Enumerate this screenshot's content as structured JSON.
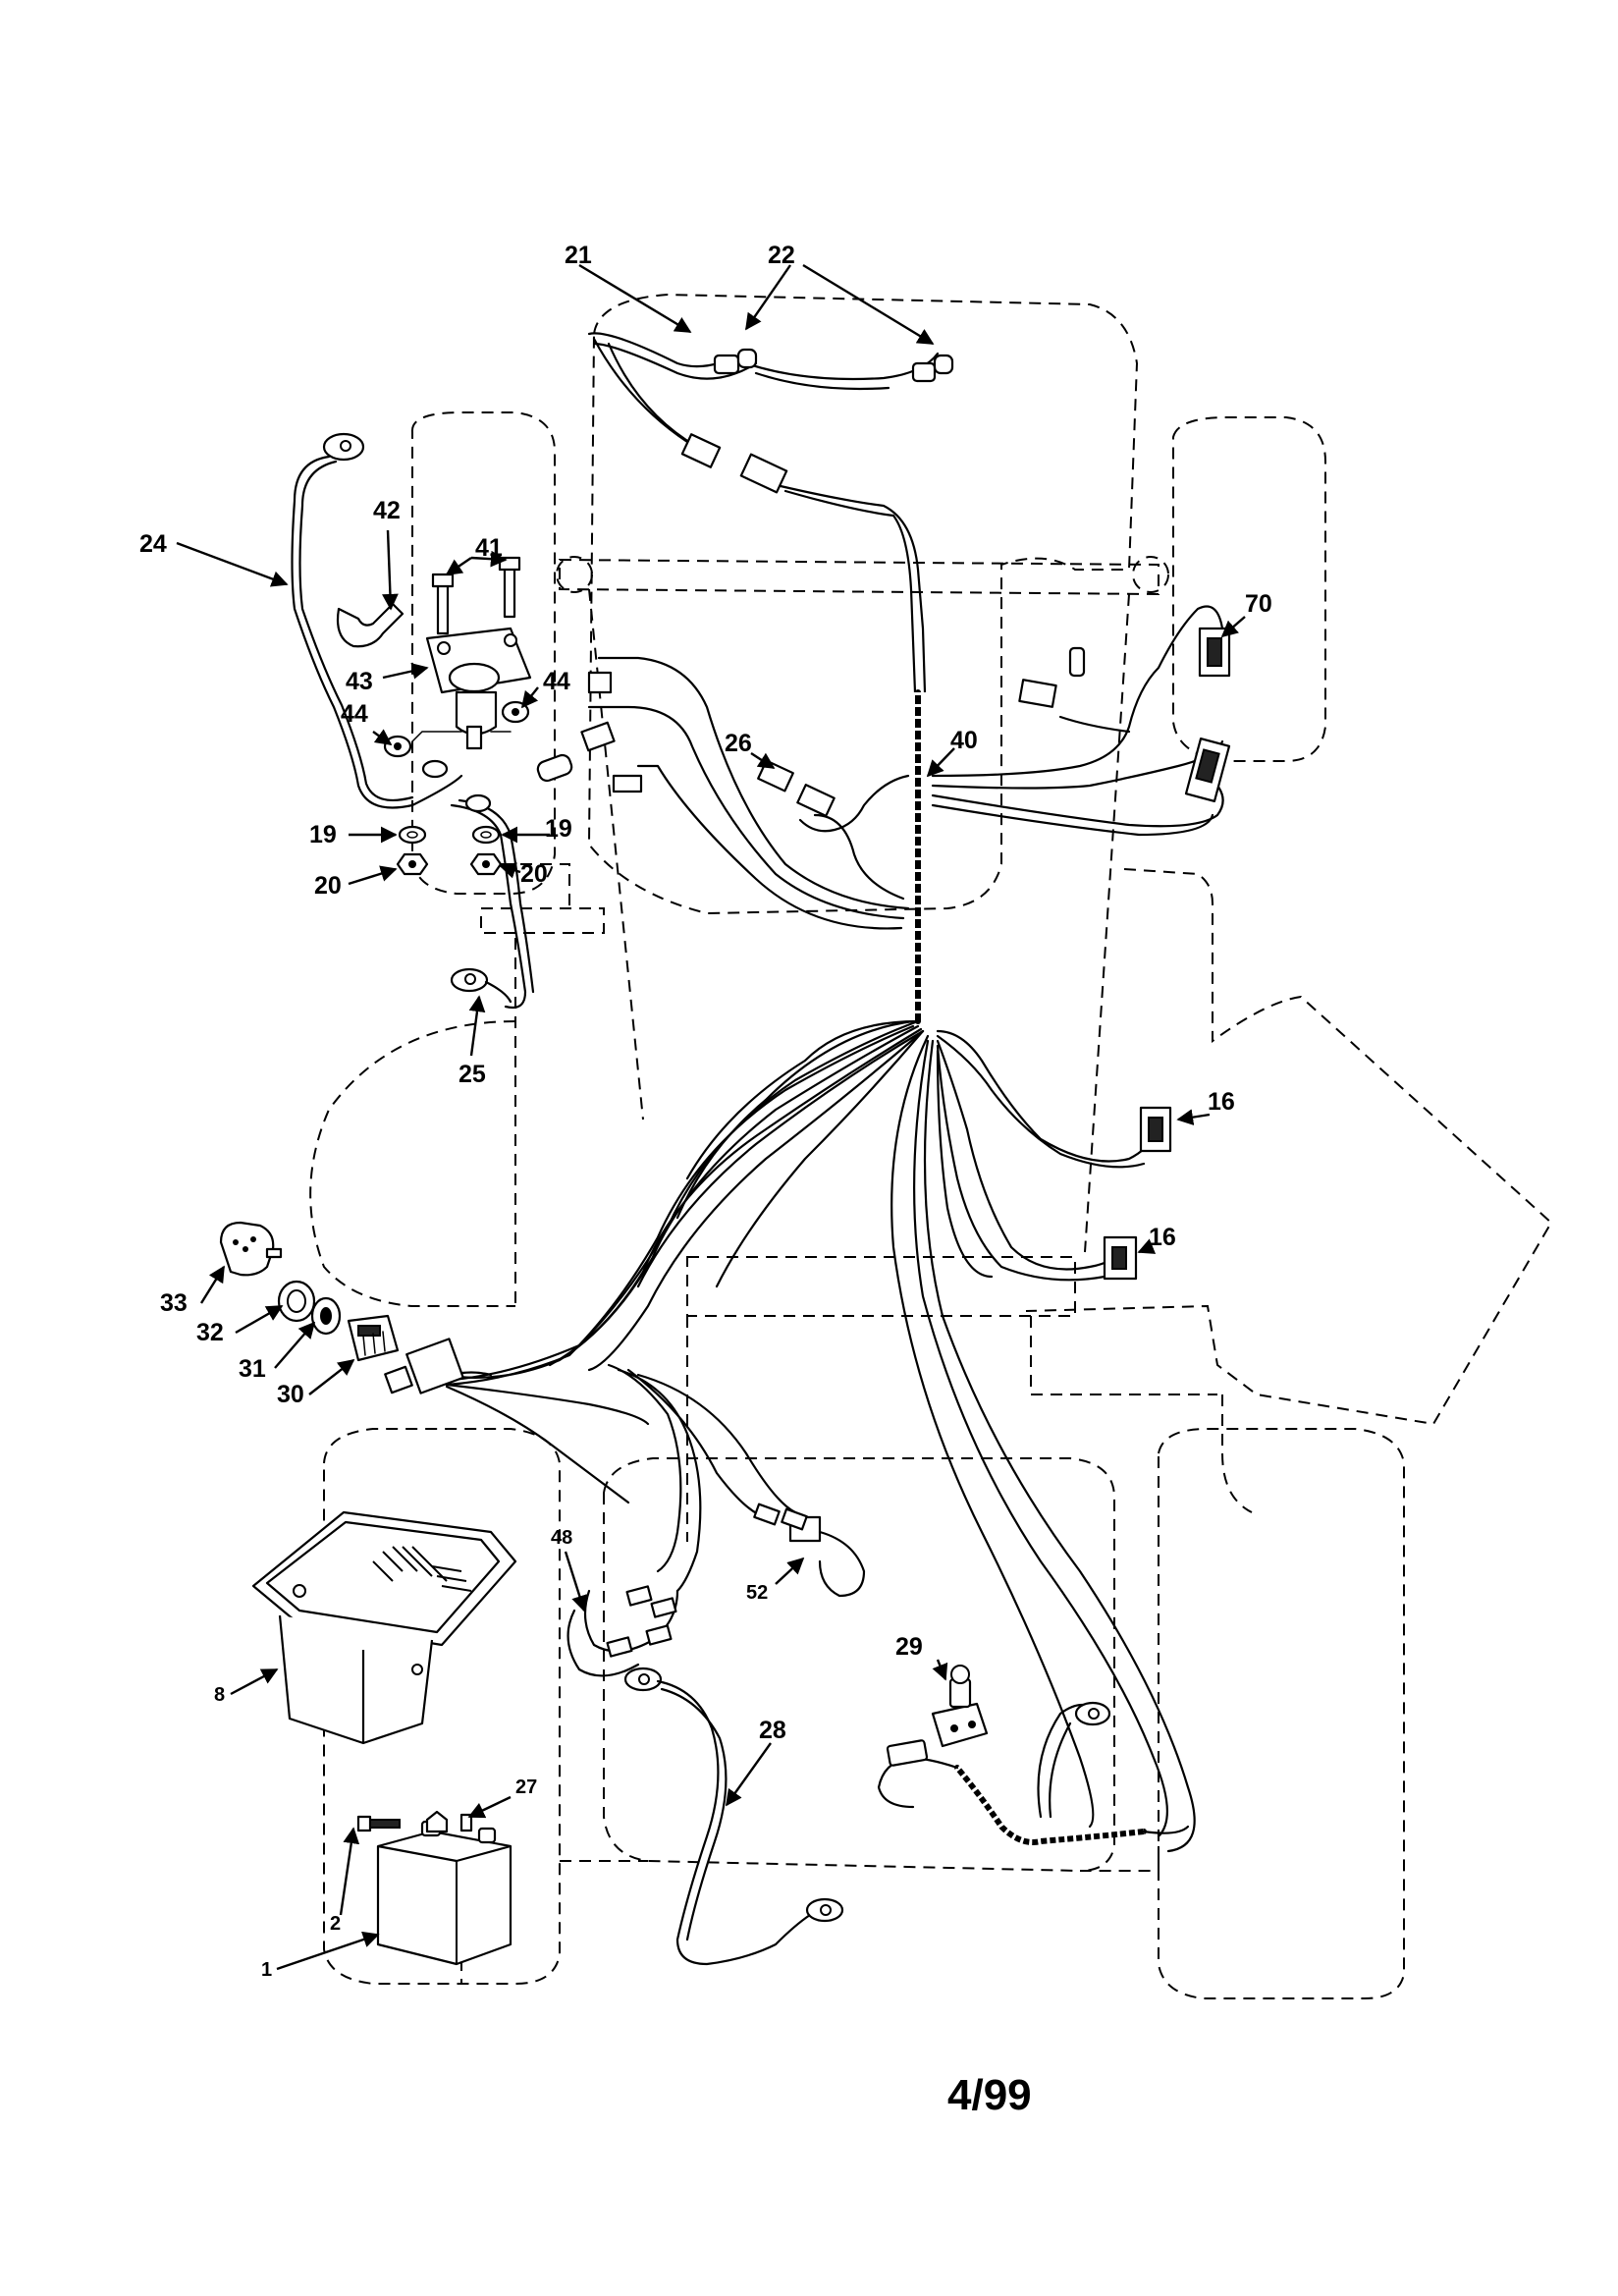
{
  "page_number": "4/99",
  "callouts": {
    "c1": "1",
    "c2": "2",
    "c8": "8",
    "c16a": "16",
    "c16b": "16",
    "c19a": "19",
    "c19b": "19",
    "c20a": "20",
    "c20b": "20",
    "c21": "21",
    "c22": "22",
    "c24": "24",
    "c25": "25",
    "c26": "26",
    "c27": "27",
    "c28": "28",
    "c29": "29",
    "c30": "30",
    "c31": "31",
    "c32": "32",
    "c33": "33",
    "c40": "40",
    "c41": "41",
    "c42": "42",
    "c43": "43",
    "c44a": "44",
    "c44b": "44",
    "c48": "48",
    "c52": "52",
    "c70": "70"
  }
}
